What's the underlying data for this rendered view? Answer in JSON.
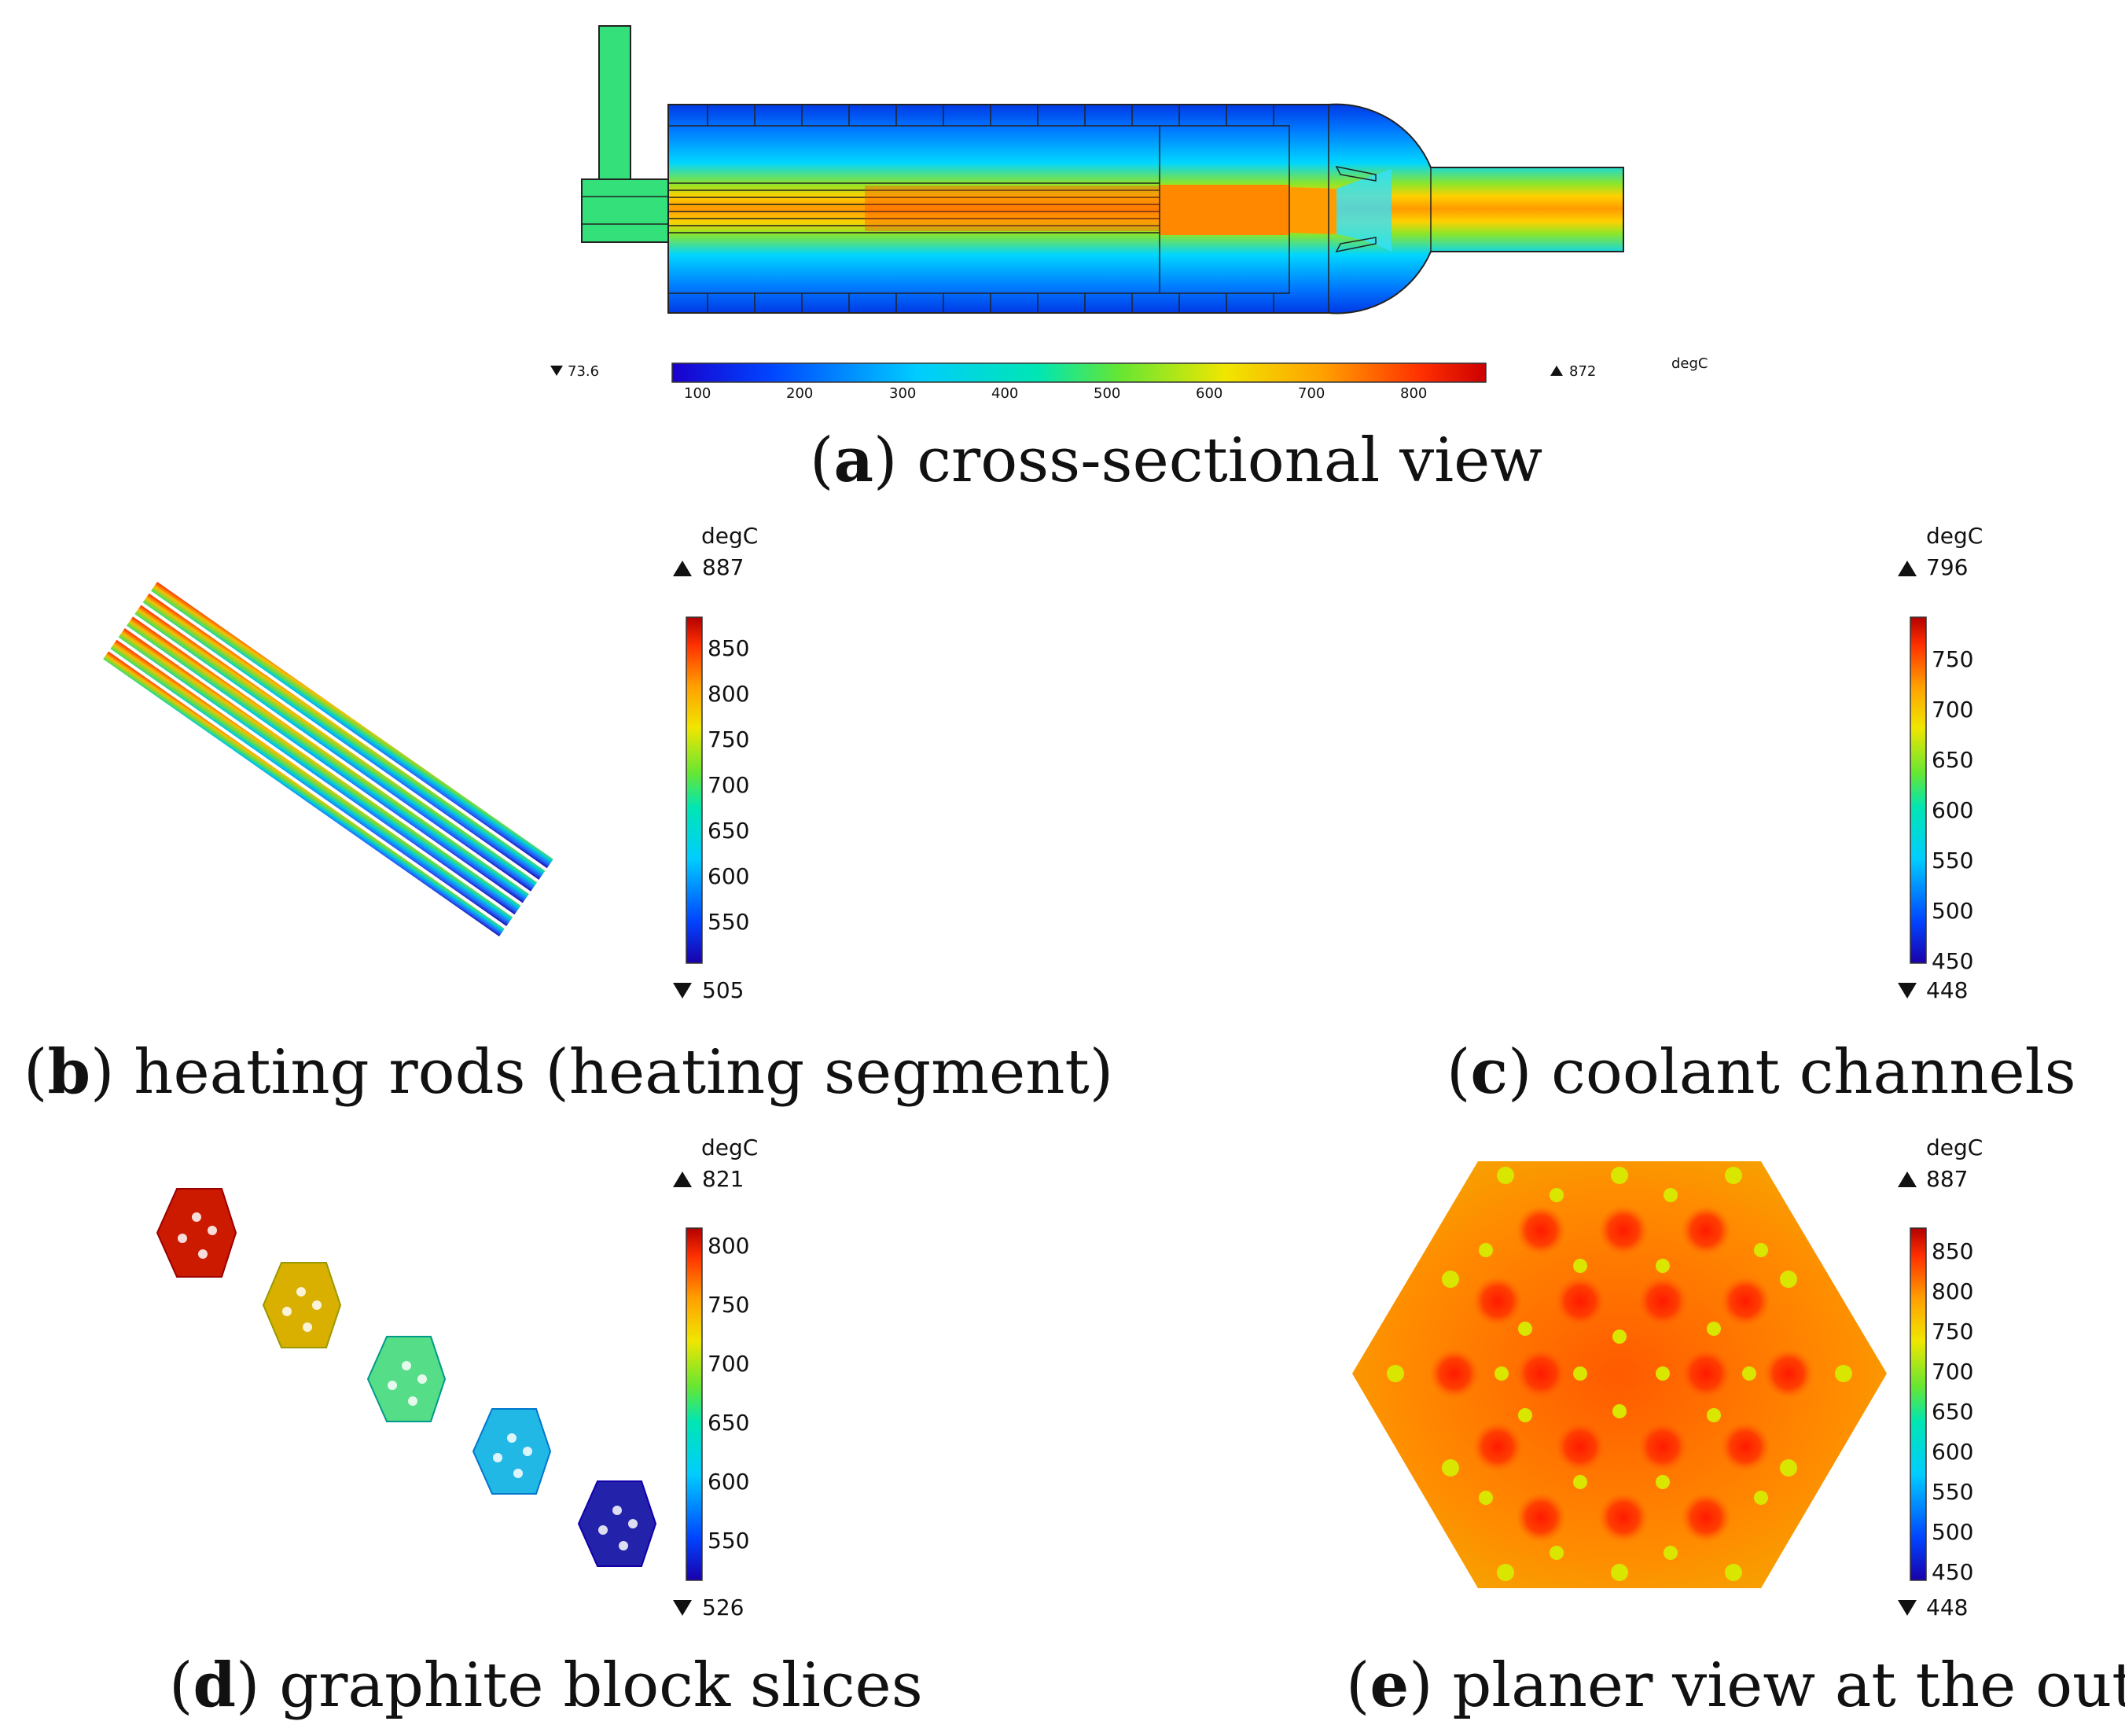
{
  "figure": {
    "panel_a": {
      "letter": "a",
      "caption": "cross-sectional view",
      "colorbar": {
        "unit": "degC",
        "min": "73.6",
        "max": "872",
        "ticks": [
          "100",
          "200",
          "300",
          "400",
          "500",
          "600",
          "700",
          "800"
        ],
        "range": [
          73.6,
          872
        ]
      }
    },
    "panel_b": {
      "letter": "b",
      "caption": "heating rods (heating segment)",
      "colorbar": {
        "unit": "degC",
        "min": "505",
        "max": "887",
        "ticks": [
          "850",
          "800",
          "750",
          "700",
          "650",
          "600",
          "550"
        ],
        "range": [
          505,
          887
        ]
      }
    },
    "panel_c": {
      "letter": "c",
      "caption": "coolant channels",
      "colorbar": {
        "unit": "degC",
        "min": "448",
        "max": "796",
        "ticks": [
          "750",
          "700",
          "650",
          "600",
          "550",
          "500",
          "450"
        ],
        "range": [
          448,
          796
        ]
      }
    },
    "panel_d": {
      "letter": "d",
      "caption": "graphite block slices",
      "colorbar": {
        "unit": "degC",
        "min": "526",
        "max": "821",
        "ticks": [
          "800",
          "750",
          "700",
          "650",
          "600",
          "550"
        ],
        "range": [
          526,
          821
        ]
      }
    },
    "panel_e": {
      "letter": "e",
      "caption": "planer view at the outlet",
      "colorbar": {
        "unit": "degC",
        "min": "448",
        "max": "887",
        "ticks": [
          "850",
          "800",
          "750",
          "700",
          "650",
          "600",
          "550",
          "500",
          "450"
        ],
        "range": [
          448,
          887
        ]
      }
    },
    "colormap": [
      "#1a0099",
      "#0033ff",
      "#00b3ff",
      "#00e6cc",
      "#33e64d",
      "#d9e600",
      "#ffa500",
      "#ff4000",
      "#b30000"
    ]
  }
}
